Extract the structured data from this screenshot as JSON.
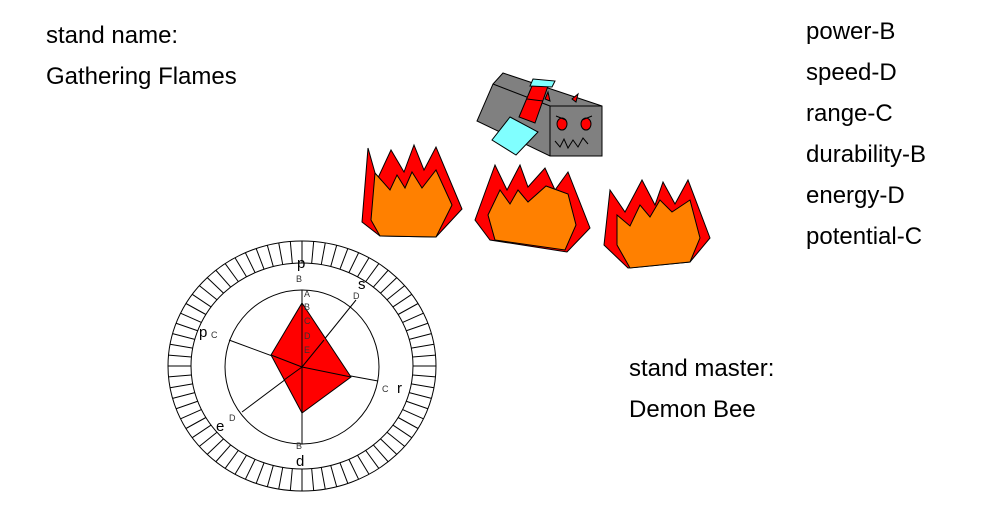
{
  "stand": {
    "name_label": "stand name:",
    "name": "Gathering Flames",
    "master_label": "stand master:",
    "master": "Demon Bee"
  },
  "stats": [
    {
      "label": "power-B"
    },
    {
      "label": "speed-D"
    },
    {
      "label": "range-C"
    },
    {
      "label": "durability-B"
    },
    {
      "label": "energy-D"
    },
    {
      "label": "potential-C"
    }
  ],
  "chart_data": {
    "type": "radar",
    "axes": [
      {
        "abbr": "p",
        "grade": "B"
      },
      {
        "abbr": "s",
        "grade": "D"
      },
      {
        "abbr": "r",
        "grade": "C"
      },
      {
        "abbr": "d",
        "grade": "B"
      },
      {
        "abbr": "e",
        "grade": "D"
      },
      {
        "abbr": "p",
        "grade": "C"
      }
    ],
    "scale": [
      "A",
      "B",
      "C",
      "D",
      "E"
    ],
    "fill_color": "#ff0000"
  },
  "colors": {
    "flame_outer": "#ff0000",
    "flame_inner": "#ff8000",
    "box": "#808080",
    "accent": "#80ffff"
  }
}
